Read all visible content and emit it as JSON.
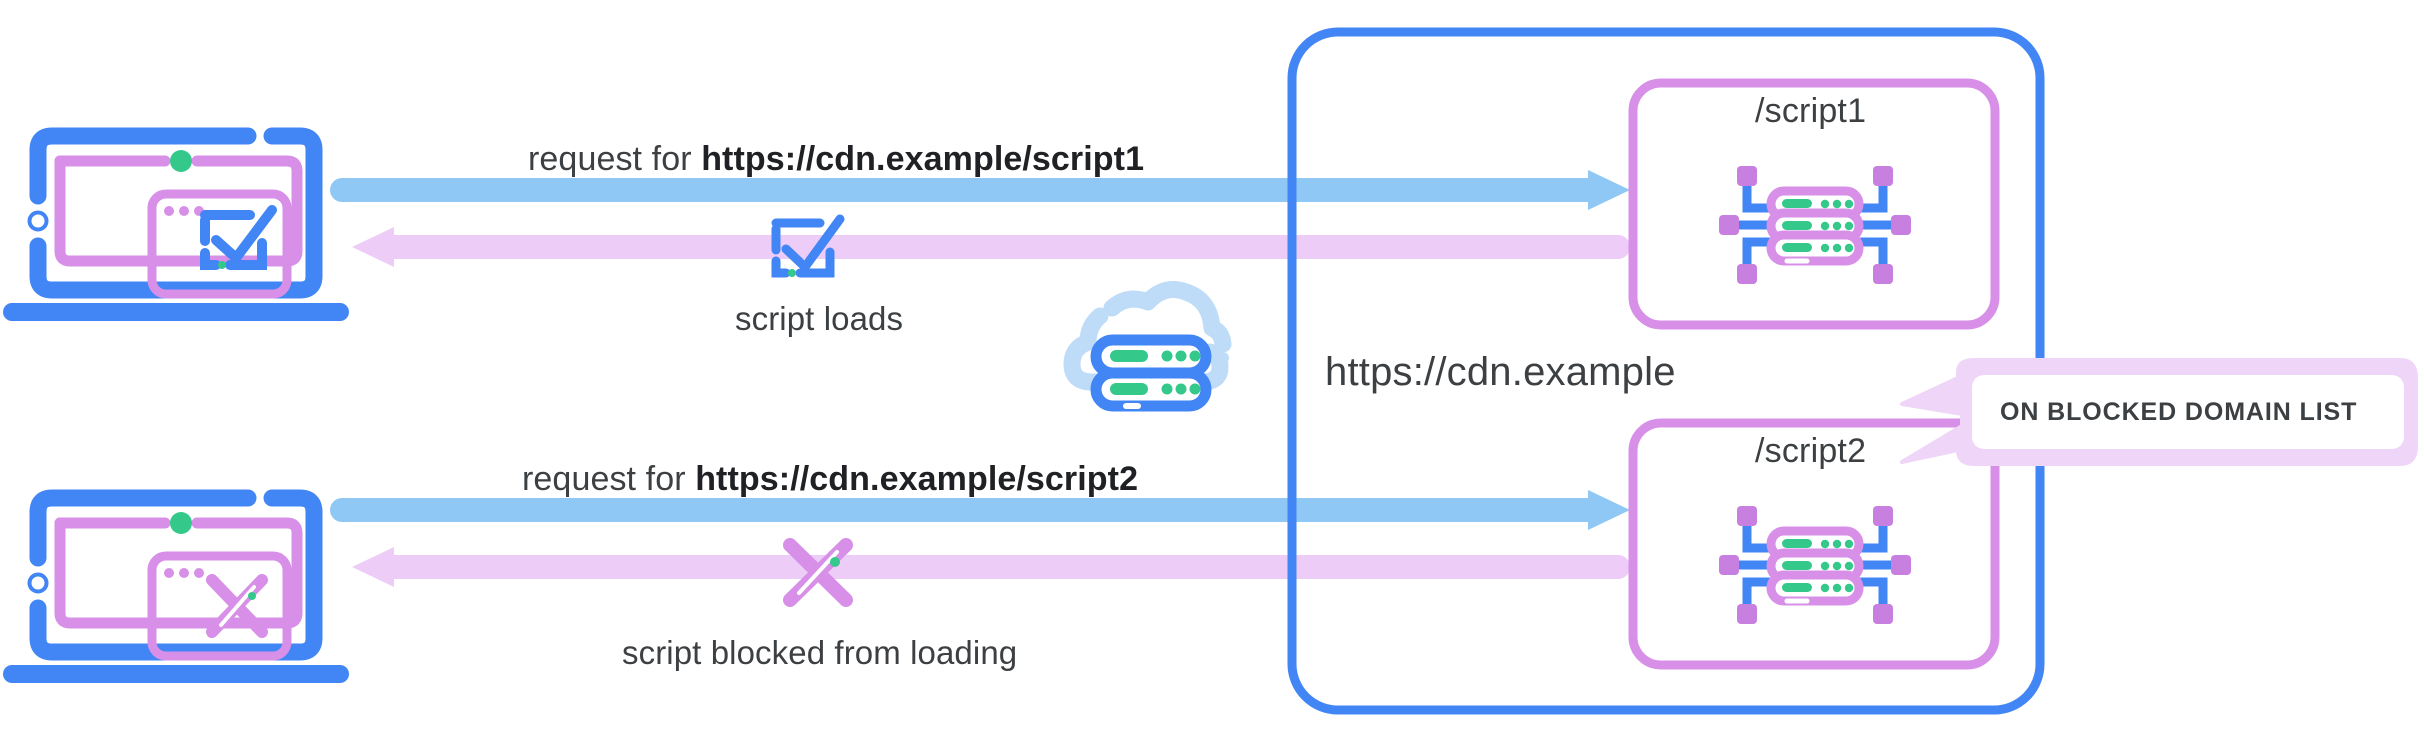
{
  "diagram": {
    "title": "CDN script loading and blocking flow",
    "colors": {
      "blue": "#4285F4",
      "blue_arrow": "#8FC8F5",
      "purple": "#D78FE8",
      "purple_arrow": "#EDCDF7",
      "purple_light": "#EFD5F7",
      "green": "#34C98A",
      "text": "#3c4043",
      "text_bold": "#202124",
      "cloud": "#BEDCF7",
      "white": "#ffffff"
    }
  },
  "flows": [
    {
      "id": "allowed",
      "request_prefix": "request for ",
      "request_url": "https://cdn.example/script1",
      "result_label": "script loads",
      "result_icon": "check-box-icon",
      "client_icon": "laptop-check-icon"
    },
    {
      "id": "blocked",
      "request_prefix": "request for ",
      "request_url": "https://cdn.example/script2",
      "result_label": "script blocked from loading",
      "result_icon": "cross-icon",
      "client_icon": "laptop-cross-icon"
    }
  ],
  "cdn": {
    "domain_label": "https://cdn.example",
    "cloud_icon": "cloud-server-icon",
    "resources": [
      {
        "id": "script1",
        "path_label": "/script1",
        "icon": "server-network-icon"
      },
      {
        "id": "script2",
        "path_label": "/script2",
        "icon": "server-network-icon"
      }
    ]
  },
  "callout": {
    "text": "ON BLOCKED DOMAIN LIST",
    "target": "script2",
    "icon": "speech-bubble-icon"
  }
}
